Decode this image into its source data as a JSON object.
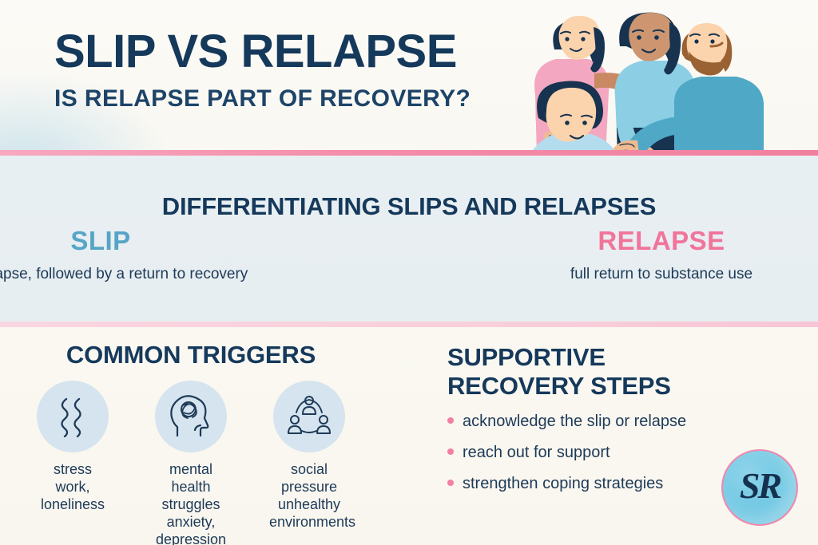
{
  "header": {
    "title": "SLIP VS RELAPSE",
    "subtitle": "IS RELAPSE PART OF RECOVERY?"
  },
  "compare": {
    "heading": "DIFFERENTIATING SLIPS AND RELAPSES",
    "slip": {
      "term": "SLIP",
      "description": "short lapse, followed by\na return to recovery",
      "color": "#56a5c6"
    },
    "relapse": {
      "term": "RELAPSE",
      "description": "full return to substance use",
      "color": "#f1749b"
    }
  },
  "triggers": {
    "heading": "COMMON TRIGGERS",
    "items": [
      {
        "icon": "stress-waves-icon",
        "label": "stress\nwork,\nloneliness"
      },
      {
        "icon": "head-tangled-thoughts-icon",
        "label": "mental health\nstruggles\nanxiety,\ndepression"
      },
      {
        "icon": "social-group-network-icon",
        "label": "social\npressure\nunhealthy\nenvironments"
      }
    ]
  },
  "steps": {
    "heading": "SUPPORTIVE\nRECOVERY STEPS",
    "items": [
      "acknowledge the slip or relapse",
      "reach out for support",
      "strengthen coping strategies"
    ],
    "bullet_color": "#f37fa3"
  },
  "logo": {
    "monogram": "SR",
    "circle_color": "#6cc6e2",
    "ring_color": "#f287ac"
  },
  "illustration": {
    "name": "supportive-group-of-four-people",
    "alt": "four people comforting one another"
  },
  "palette": {
    "navy": "#15395b",
    "cream": "#fbf9f4",
    "pale_blue_band": "#e8eff2",
    "pink_rule": "#f48ca9",
    "light_pink_rule": "#f8cfdb",
    "icon_circle": "#d5e4ee"
  }
}
